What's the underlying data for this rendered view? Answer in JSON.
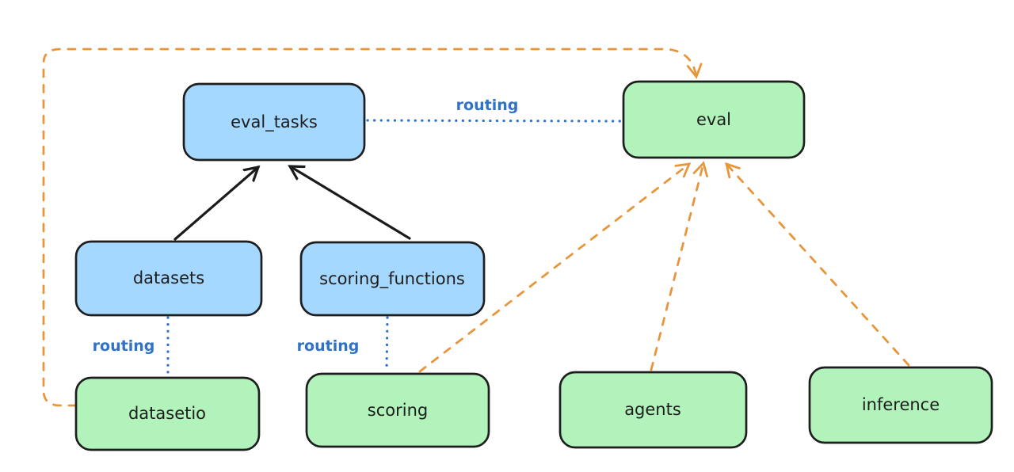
{
  "diagram": {
    "nodes": {
      "eval_tasks": {
        "label": "eval_tasks",
        "type": "resource",
        "fill": "#a5d8ff"
      },
      "eval": {
        "label": "eval",
        "type": "api",
        "fill": "#b2f2bb"
      },
      "datasets": {
        "label": "datasets",
        "type": "resource",
        "fill": "#a5d8ff"
      },
      "scoring_functions": {
        "label": "scoring_functions",
        "type": "resource",
        "fill": "#a5d8ff"
      },
      "datasetio": {
        "label": "datasetio",
        "type": "api",
        "fill": "#b2f2bb"
      },
      "scoring": {
        "label": "scoring",
        "type": "api",
        "fill": "#b2f2bb"
      },
      "agents": {
        "label": "agents",
        "type": "api",
        "fill": "#b2f2bb"
      },
      "inference": {
        "label": "inference",
        "type": "api",
        "fill": "#b2f2bb"
      }
    },
    "edges": [
      {
        "from": "datasets",
        "to": "eval_tasks",
        "style": "solid",
        "color": "#1b1b1b",
        "arrow": true,
        "label": ""
      },
      {
        "from": "scoring_functions",
        "to": "eval_tasks",
        "style": "solid",
        "color": "#1b1b1b",
        "arrow": true,
        "label": ""
      },
      {
        "from": "eval_tasks",
        "to": "eval",
        "style": "dotted",
        "color": "#2f72c6",
        "arrow": false,
        "label": "routing"
      },
      {
        "from": "datasets",
        "to": "datasetio",
        "style": "dotted",
        "color": "#2f72c6",
        "arrow": false,
        "label": "routing"
      },
      {
        "from": "scoring_functions",
        "to": "scoring",
        "style": "dotted",
        "color": "#2f72c6",
        "arrow": false,
        "label": "routing"
      },
      {
        "from": "datasetio",
        "to": "eval",
        "style": "dashed",
        "color": "#e8963c",
        "arrow": true,
        "label": ""
      },
      {
        "from": "scoring",
        "to": "eval",
        "style": "dashed",
        "color": "#e8963c",
        "arrow": true,
        "label": ""
      },
      {
        "from": "agents",
        "to": "eval",
        "style": "dashed",
        "color": "#e8963c",
        "arrow": true,
        "label": ""
      },
      {
        "from": "inference",
        "to": "eval",
        "style": "dashed",
        "color": "#e8963c",
        "arrow": true,
        "label": ""
      }
    ],
    "colors": {
      "background": "#ffffff",
      "node_stroke": "#1e1e1e",
      "blue_fill": "#a5d8ff",
      "green_fill": "#b2f2bb",
      "routing_blue": "#2f72c6",
      "orange_dash": "#e8963c",
      "black_arrow": "#1b1b1b"
    }
  }
}
